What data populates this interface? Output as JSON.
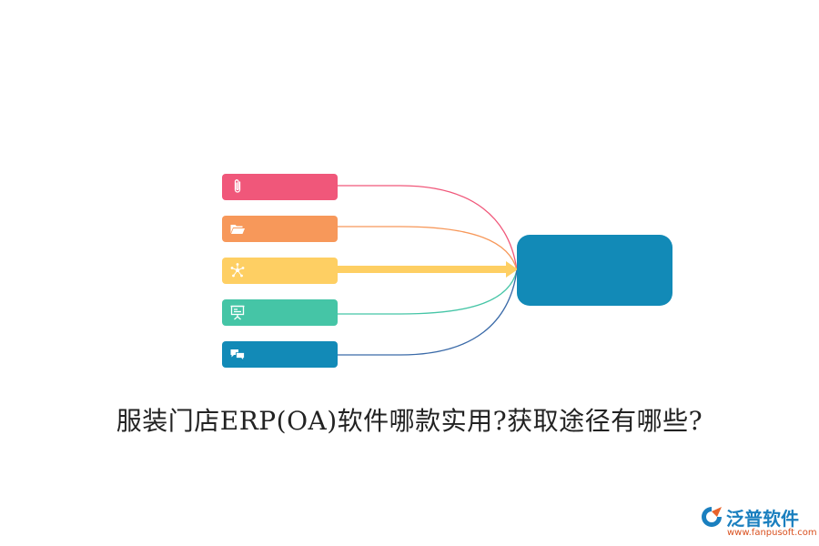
{
  "title": "服装门店ERP(OA)软件哪款实用?获取途径有哪些?",
  "nodes": [
    {
      "icon": "paperclip-icon",
      "color": "#f0577a"
    },
    {
      "icon": "folder-icon",
      "color": "#f7985a"
    },
    {
      "icon": "network-icon",
      "color": "#fecf63"
    },
    {
      "icon": "presentation-board-icon",
      "color": "#45c5a6"
    },
    {
      "icon": "chat-bubbles-icon",
      "color": "#128ab7"
    }
  ],
  "hub": {
    "color": "#128ab7"
  },
  "logo": {
    "name": "泛普软件",
    "url": "www.fanpusoft.com"
  }
}
